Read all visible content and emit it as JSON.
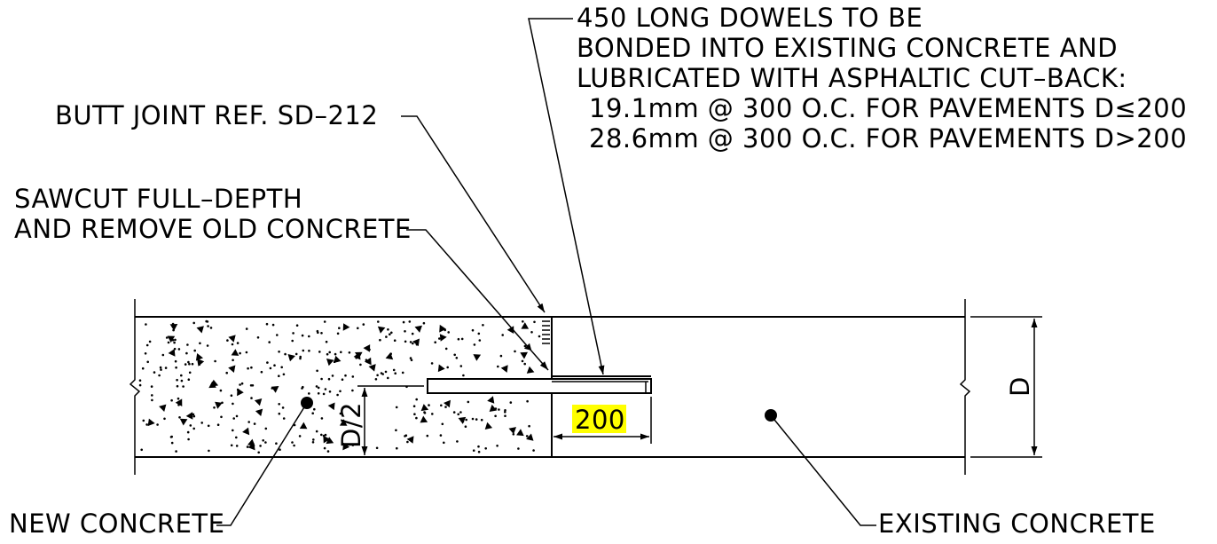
{
  "notes": {
    "dowel_note": [
      "450 LONG DOWELS TO BE",
      "BONDED INTO EXISTING CONCRETE AND",
      "LUBRICATED WITH ASPHALTIC CUT–BACK:",
      "19.1mm @ 300 O.C. FOR PAVEMENTS D≤200",
      "28.6mm @ 300 O.C. FOR PAVEMENTS D>200"
    ],
    "butt_joint": "BUTT JOINT REF. SD–212",
    "sawcut": [
      "SAWCUT FULL–DEPTH",
      "AND REMOVE OLD CONCRETE"
    ],
    "new_concrete": "NEW CONCRETE",
    "existing_concrete": "EXISTING CONCRETE"
  },
  "dimensions": {
    "dowel_embed": "200",
    "half_depth": "D/2",
    "depth": "D"
  },
  "colors": {
    "line": "#000000",
    "highlight": "#ffff00",
    "background": "#ffffff"
  }
}
